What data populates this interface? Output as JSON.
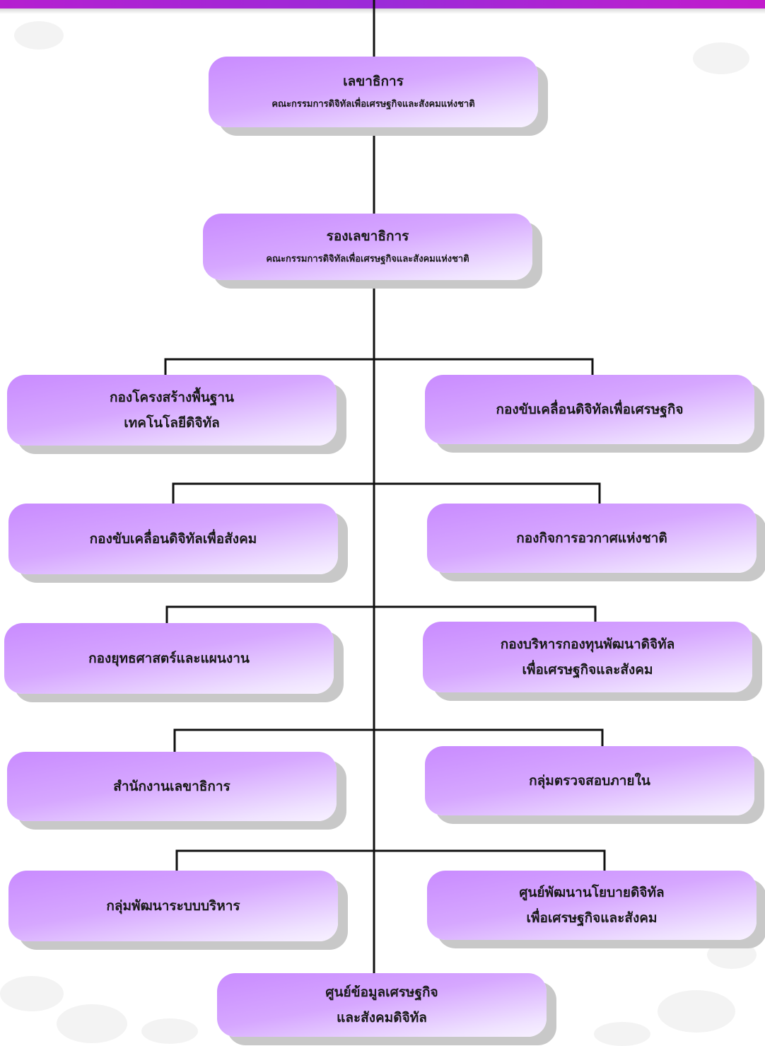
{
  "boxes": {
    "secretary_general": {
      "title": "เลขาธิการ",
      "subtitle": "คณะกรรมการดิจิทัลเพื่อเศรษฐกิจและสังคมแห่งชาติ"
    },
    "deputy_secretary_general": {
      "title": "รองเลขาธิการ",
      "subtitle": "คณะกรรมการดิจิทัลเพื่อเศรษฐกิจและสังคมแห่งชาติ"
    },
    "digital_infrastructure": {
      "line1": "กองโครงสร้างพื้นฐาน",
      "line2": "เทคโนโลยีดิจิทัล"
    },
    "digital_economy": {
      "line1": "กองขับเคลื่อนดิจิทัลเพื่อเศรษฐกิจ"
    },
    "digital_society": {
      "line1": "กองขับเคลื่อนดิจิทัลเพื่อสังคม"
    },
    "space_affairs": {
      "line1": "กองกิจการอวกาศแห่งชาติ"
    },
    "strategy_planning": {
      "line1": "กองยุทธศาสตร์และแผนงาน"
    },
    "fund_management": {
      "line1": "กองบริหารกองทุนพัฒนาดิจิทัล",
      "line2": "เพื่อเศรษฐกิจและสังคม"
    },
    "secretariat_office": {
      "line1": "สำนักงานเลขาธิการ"
    },
    "internal_audit": {
      "line1": "กลุ่มตรวจสอบภายใน"
    },
    "admin_development": {
      "line1": "กลุ่มพัฒนาระบบบริหาร"
    },
    "policy_center": {
      "line1": "ศูนย์พัฒนานโยบายดิจิทัล",
      "line2": "เพื่อเศรษฐกิจและสังคม"
    },
    "data_center": {
      "line1": "ศูนย์ข้อมูลเศรษฐกิจ",
      "line2": "และสังคมดิจิทัล"
    }
  },
  "colors": {
    "top_bar": "#a928d6",
    "box_fill_top": "#c98bff",
    "box_fill_bottom": "#f8f2ff",
    "connector": "#111111",
    "box_shadow": "#c8c8c8"
  }
}
